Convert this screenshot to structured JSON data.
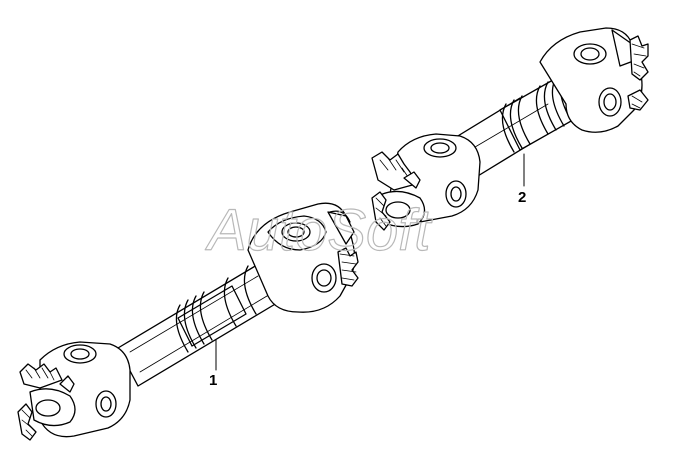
{
  "callouts": [
    {
      "label": "1"
    },
    {
      "label": "2"
    }
  ],
  "watermark": {
    "text": "AutoSoft"
  },
  "colors": {
    "line": "#000000",
    "background": "#ffffff",
    "watermark": "#b8b8b8"
  }
}
